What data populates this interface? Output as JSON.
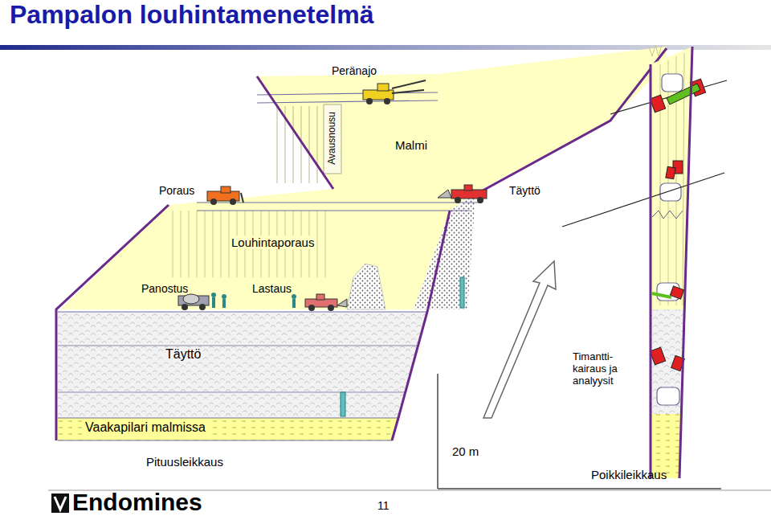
{
  "diagram": {
    "title": "Pampalon louhintamenetelmä",
    "labels": [
      "Peränajo",
      "Avausnousu",
      "Malmi",
      "Poraus",
      "Täyttö",
      "Louhintaporaus",
      "Panostus",
      "Lastaus",
      "Täyttö",
      "Timantti- kairaus ja analyysit",
      "Vaakapilari malmissa",
      "Pituusleikkaus",
      "20 m",
      "Poikkileikkaus",
      "Endomines",
      "11"
    ]
  }
}
